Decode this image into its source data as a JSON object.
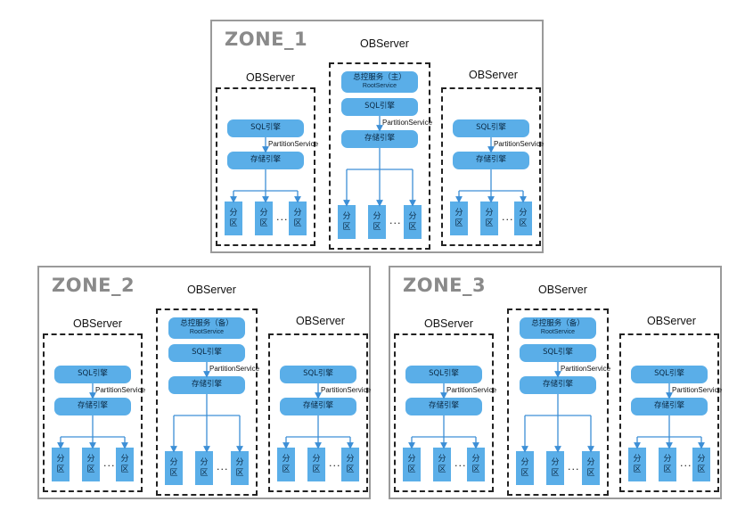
{
  "server_label": "OBServer",
  "sql_engine": "SQL引擎",
  "partition_service": "PartitionService",
  "storage_engine": "存储引擎",
  "partition_char_1": "分",
  "partition_char_2": "区",
  "ellipsis": "···",
  "root_service_sub": "RootService",
  "zones": [
    {
      "title": "ZONE_1",
      "root_label": "总控服务（主）"
    },
    {
      "title": "ZONE_2",
      "root_label": "总控服务（备）"
    },
    {
      "title": "ZONE_3",
      "root_label": "总控服务（备）"
    }
  ],
  "colors": {
    "accent_blue": "#5aaee8",
    "arrow": "#3d8fd6",
    "zone_border": "#9a9a9a"
  }
}
